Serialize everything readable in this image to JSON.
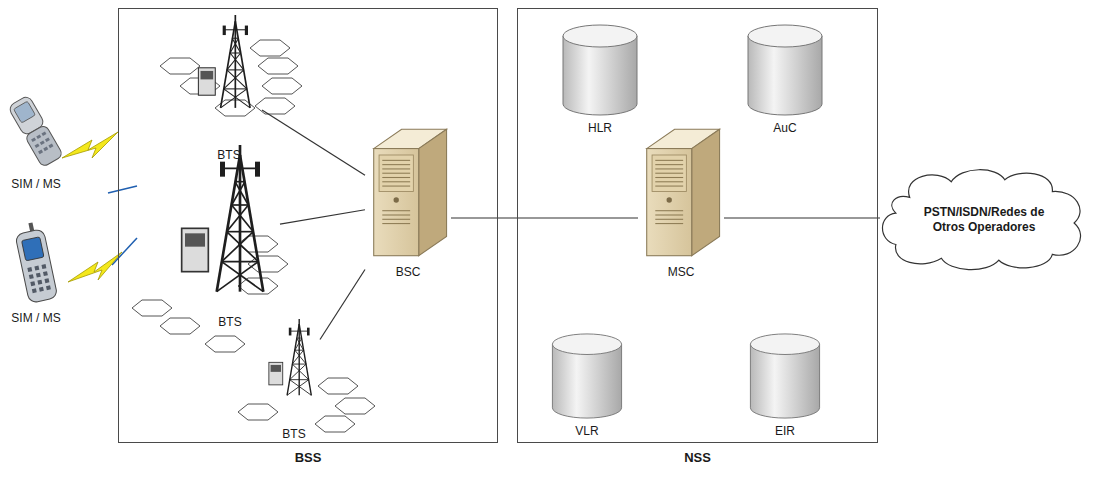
{
  "diagram": {
    "nodes": [
      {
        "text": [
          "SIM / MS"
        ]
      },
      {
        "text": [
          "SIM / MS"
        ]
      },
      {
        "text": [
          "BSS"
        ]
      },
      {
        "text": [
          "BTS"
        ],
        "in": 2
      },
      {
        "text": [
          "BTS"
        ],
        "in": 2
      },
      {
        "text": [
          "BTS"
        ],
        "in": 2
      },
      {
        "text": [
          "BSC"
        ],
        "in": 2
      },
      {
        "text": [
          "NSS"
        ]
      },
      {
        "text": [
          "HLR"
        ],
        "in": 7
      },
      {
        "text": [
          "AuC"
        ],
        "in": 7
      },
      {
        "text": [
          "MSC"
        ],
        "in": 7
      },
      {
        "text": [
          "VLR"
        ],
        "in": 7
      },
      {
        "text": [
          "EIR"
        ],
        "in": 7
      },
      {
        "text": [
          "PSTN/ISDN/Redes de Otros Operadores"
        ]
      }
    ],
    "edges": [
      {
        "from": 3,
        "to": 6,
        "arrow": "none"
      },
      {
        "from": 4,
        "to": 6,
        "arrow": "none"
      },
      {
        "from": 5,
        "to": 6,
        "arrow": "none"
      },
      {
        "from": 6,
        "to": 10,
        "arrow": "none"
      },
      {
        "from": 10,
        "to": 13,
        "arrow": "none"
      }
    ]
  }
}
